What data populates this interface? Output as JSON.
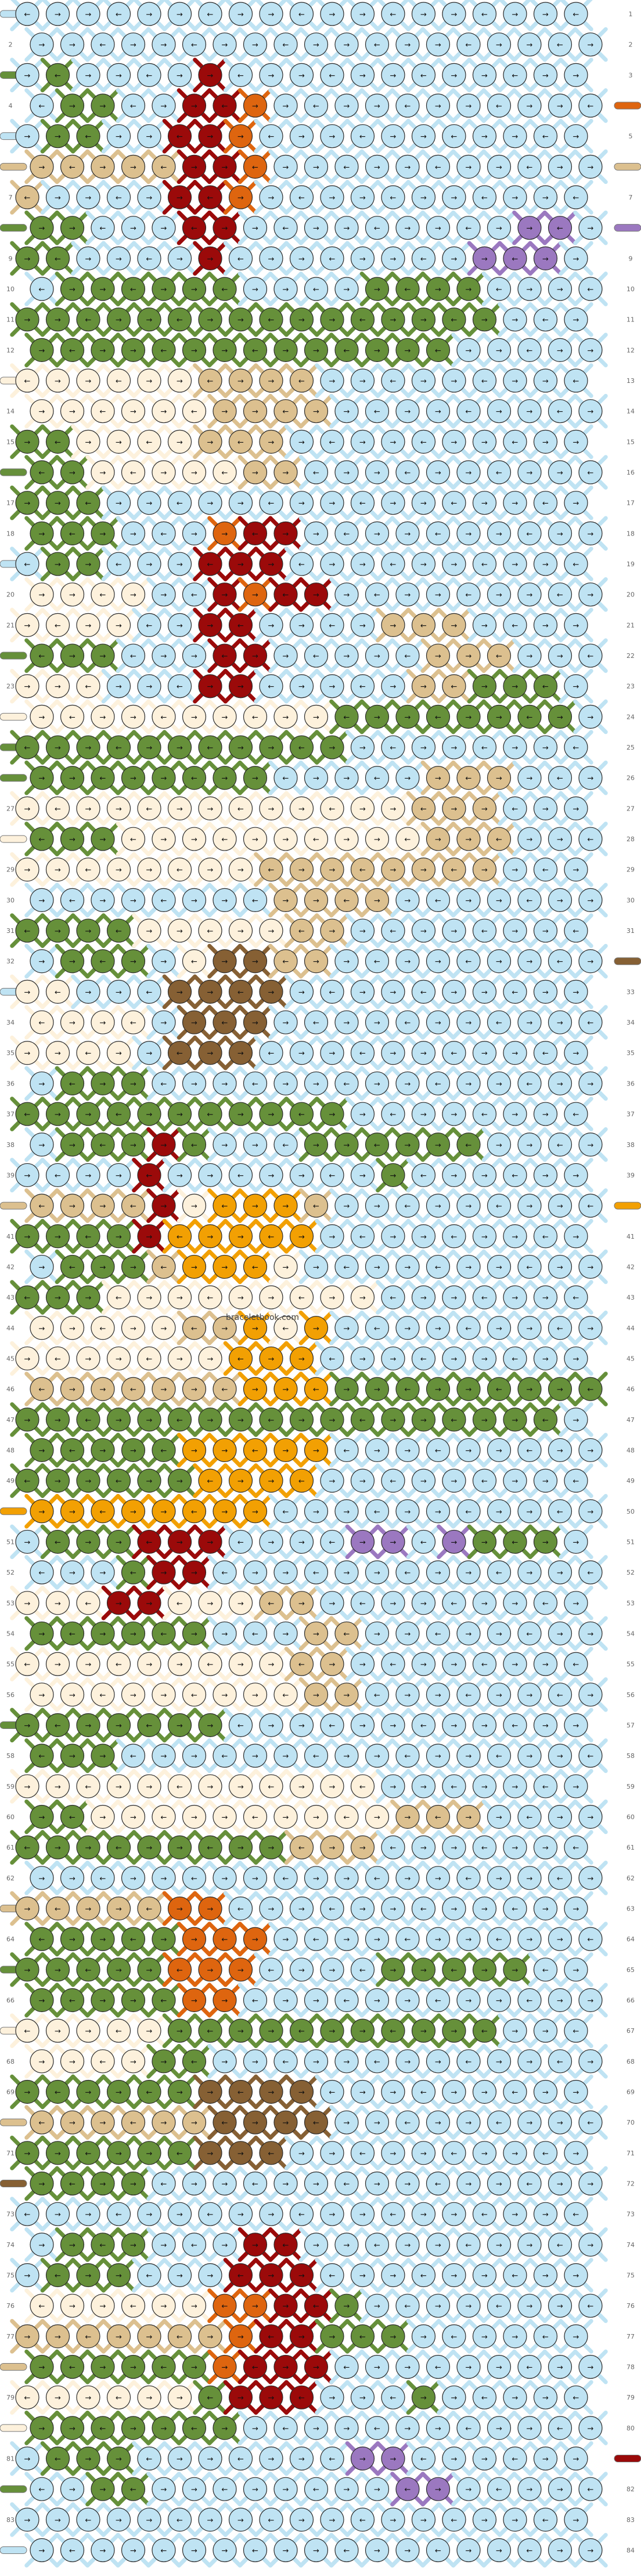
{
  "pattern": {
    "rows": 84,
    "knots_per_row": 19,
    "watermark": "braceletbook.com",
    "colors": {
      "A": "#bfe3f3",
      "B": "#66903a",
      "C": "#dcc08f",
      "D": "#9b0a0a",
      "E": "#de650f",
      "F": "#fdf1dc",
      "G": "#f2a003",
      "H": "#866034",
      "I": "#9b78c0"
    },
    "left_threads": {
      "1": "A",
      "3": "B",
      "5": "A",
      "6": "C",
      "8": "B",
      "13": "F",
      "16": "B",
      "19": "A",
      "22": "B",
      "24": "F",
      "25": "B",
      "26": "B",
      "28": "F",
      "33": "A",
      "40": "C",
      "50": "G",
      "57": "B",
      "63": "C",
      "65": "B",
      "67": "F",
      "70": "C",
      "72": "H",
      "78": "C",
      "80": "F",
      "82": "B",
      "84": "A"
    },
    "right_threads": {
      "4": "E",
      "6": "C",
      "8": "I",
      "32": "H",
      "40": "G",
      "81": "D"
    },
    "knots": [
      "AAAAAAAAAAAAAAAAAAA",
      "AAAAAAAAAAAAAAAAAAA",
      "ABAAAADAAAAAAAAAAAA",
      "ABBAADDEAAAAAAAAAAA",
      "ABBAADDEAAAAAAAAAAA",
      "CCCCCDDEAAAAAAAAAAA",
      "CAAAADDEAAAAAAAAAAA",
      "BBAAADDAAAAAAAAAIIA",
      "BBAAAADAAAAAAAAIIIA",
      "ABBBBBBAAAABBBBAAAA",
      "BBBBBBBBBBBBBBBBAAA",
      "BBBBBBBBBBBBBBAAAAA",
      "FFFFFFCCCCAAAAAAAAA",
      "FFFFFFCCCCAAAAAAAAA",
      "BBFFFFCCCAAAAAAAAAA",
      "BBFFFFFCCAAAAAAAAAA",
      "BBBAAAAAAAAAAAAAAAA",
      "BBBAAAEDDAAAAAAAAAA",
      "ABBAAADDDAAAAAAAAAA",
      "FFFFAADEDDAAAAAAAAA",
      "FFFFAADDAAAACCCAAAA",
      "BBBAAADDAAAAACCCAAA",
      "FFFAAADDAAAAACCBBBA",
      "FFFFFFFFFFBBBBBBBBA",
      "BBBBBBBBBBBAAAAAAAA",
      "BBBBBBBBAAAAACCCAAA",
      "FFFFFFFFFFFFFCCCAAA",
      "BBBFFFFFFFFFFCCCAAA",
      "FFFFFFFFCCCCCCCCAAA",
      "AAAAAAAACCCCAAAAAAA",
      "BBBBFFFFFCCAAAAAAAA",
      "ABBBAFHHCCAAAAAAAAA",
      "FFAAAHHHHAAAAAAAAAA",
      "FFFFAHHHAAAAAAAAAAA",
      "FFFFAHHHAAAAAAAAAAA",
      "ABBBAAAAAAAAAAAAAAA",
      "BBBBBBBBBBBAAAAAAAA",
      "ABBBDBAAABBBBBBAAAA",
      "AAAADAAAAAAABAAAAAA",
      "CCCCDFGGGCAAAAAAAAA",
      "BBBBDGGGGGAAAAAAAAA",
      "ABBBCGGGFAAAAAAAAAA",
      "BBBFFFFFFFFFAAAAAAA",
      "FFFFFCCGFGAAAAAAAAA",
      "FFFFFFFGGGAAAAAAAAA",
      "CCCCCCCGGGBBBBBBBBB",
      "BBBBBBBBBBBBBBBBBBA",
      "BBBBBGGGGGAAAAAAAAA",
      "BBBBBBGGGGAAAAAAAAA",
      "GGGGGGGGAAAAAAAAAAA",
      "ABBBDDDAAAAIIAIBBBA",
      "AAABDDAAAAAAAAAAAAA",
      "FFFDDFFFCCAAAAAAAAA",
      "BBBBBBAAACCAAAAAAAA",
      "FFFFFFFFFCCAAAAAAAA",
      "FFFFFFFFFCCAAAAAAAA",
      "BBBBBBBAAAAAAAAAAAA",
      "BBBAAAAAAAAAAAAAAAA",
      "FFFFFFFFFFFFAAAAAAA",
      "BBFFFFFFFFFFCCCAAAA",
      "BBBBBBBBBCCCAAAAAAA",
      "AAAAAAAAAAAAAAAAAAA",
      "CCCCCEEAAAAAAAAAAAA",
      "BBBBBEEEAAAAAAAAAAA",
      "BBBBBEEEAAAABBBBBAA",
      "BBBBBEEAAAAAAAAAAAA",
      "FFFFFBBBBBBBBBBBAAA",
      "FFFFBBAAAAAAAAAAAAA",
      "BBBBBBHHHHAAAAAAAAA",
      "CCCCCCHHHHAAAAAAAAA",
      "BBBBBBHHHAAAAAAAAAA",
      "BBBBAAAAAAAAAAAAAAA",
      "AAAAAAAAAAAAAAAAAAA",
      "ABBBAAADDAAAAAAAAAA",
      "ABBBAAADDDAAAAAAAAA",
      "FFFFFFEEDDBAAAAAAAA",
      "CCCCCCCEDDBBBAAAAAA",
      "BBBBBBEDDDAAAAAAAAA",
      "FFFFFFBDDDAAABAAAAA",
      "BBBBBBBAAAAAAAAAAAA",
      "ABBBAAAAAAAIIAAAAAA",
      "AABBAAAAAAAAIIAAAAA",
      "AAAAAAAAAAAAAAAAAAA",
      "AAAAAAAAAAAAAAAAAAA"
    ]
  }
}
